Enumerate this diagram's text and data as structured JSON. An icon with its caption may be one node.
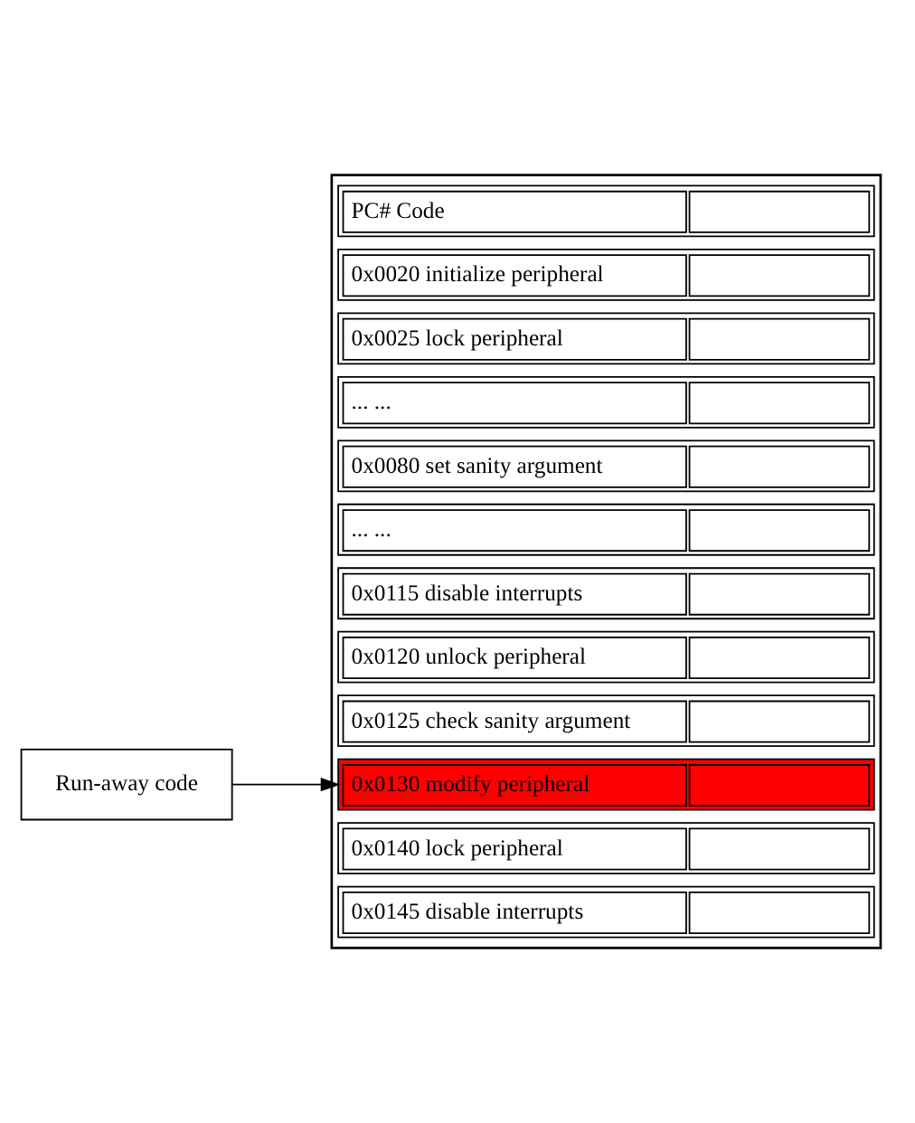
{
  "diagram": {
    "nodes": [
      {
        "text": [
          "Run-away code"
        ]
      },
      {
        "text": [],
        "shape": "box"
      },
      {
        "text": [
          "PC# Code"
        ],
        "in": 1
      },
      {
        "text": [
          "0x0020 initialize peripheral"
        ],
        "in": 1
      },
      {
        "text": [
          "0x0025 lock peripheral"
        ],
        "in": 1
      },
      {
        "text": [
          "... ..."
        ],
        "in": 1
      },
      {
        "text": [
          "0x0080 set sanity argument"
        ],
        "in": 1
      },
      {
        "text": [
          "... ..."
        ],
        "in": 1
      },
      {
        "text": [
          "0x0115 disable interrupts"
        ],
        "in": 1
      },
      {
        "text": [
          "0x0120 unlock peripheral"
        ],
        "in": 1
      },
      {
        "text": [
          "0x0125 check sanity argument"
        ],
        "in": 1
      },
      {
        "text": [
          "0x0130 modify peripheral"
        ],
        "in": 1
      },
      {
        "text": [
          "0x0140 lock peripheral"
        ],
        "in": 1
      },
      {
        "text": [
          "0x0145 disable interrupts"
        ],
        "in": 1
      }
    ],
    "edges": [
      {
        "from": 0,
        "to": 11,
        "arrow": "to"
      }
    ]
  }
}
